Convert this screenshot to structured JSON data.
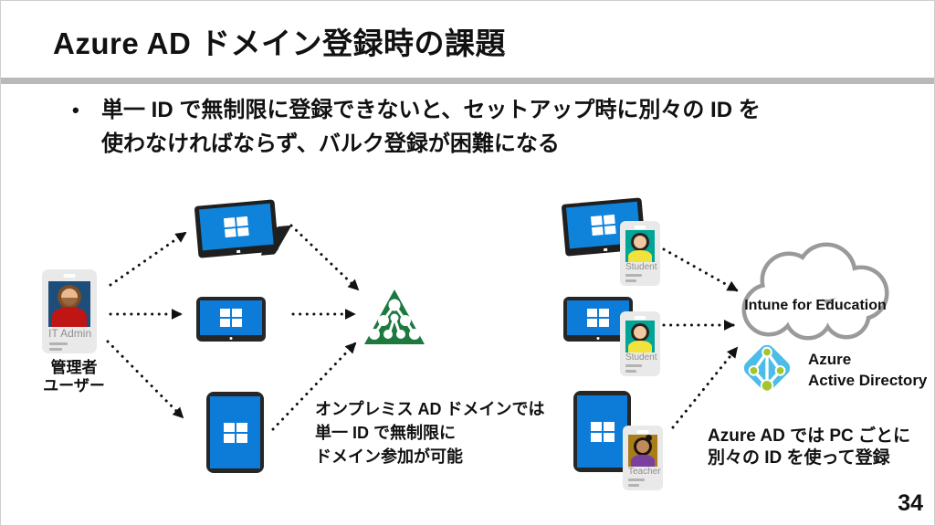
{
  "slide": {
    "title": "Azure AD ドメイン登録時の課題",
    "bullet_marker": "•",
    "bullet_line1": "単一 ID で無制限に登録できないと、セットアップ時に別々の ID を",
    "bullet_line2": "使わなければならず、バルク登録が困難になる",
    "page_number": "34"
  },
  "left_diagram": {
    "admin_badge_name": "IT Admin",
    "admin_caption_line1": "管理者",
    "admin_caption_line2": "ユーザー",
    "note_line1": "オンプレミス AD ドメインでは",
    "note_line2": "単一 ID で無制限に",
    "note_line3": "ドメイン参加が可能"
  },
  "right_diagram": {
    "badge_top_label": "Student",
    "badge_middle_label": "Student",
    "badge_bottom_label": "Teacher",
    "cloud_label": "Intune for Education",
    "aad_label_line1": "Azure",
    "aad_label_line2": "Active Directory",
    "note_line1": "Azure AD では PC ごとに",
    "note_line2": "別々の ID を使って登録"
  },
  "icons": {
    "windows_logo": "white 2x2 window panes on blue screen",
    "onprem_ad": "green triangle with white node tree",
    "azure_ad": "light blue diamond with white graph and green nodes",
    "cloud": "white cloud with gray outline",
    "dotted_arrow": "black dotted line with solid arrowhead"
  },
  "colors": {
    "windows_blue": "#0d7cd8",
    "device_frame": "#262626",
    "onprem_ad_green": "#1c7a3f",
    "azure_ad_blue": "#4cbde8",
    "azure_ad_node_green": "#a3c62f",
    "cloud_outline": "#9a9a9a",
    "divider_gray": "#b9b9b9",
    "badge_bg": "#e9e9e9",
    "admin_photo_bg": "#1d4e7a",
    "admin_shirt": "#bf1515",
    "student_photo_bg": "#00a496",
    "student_shirt": "#f2e23c",
    "teacher_photo_bg": "#a87d1a",
    "teacher_shirt": "#7b3fa0"
  }
}
